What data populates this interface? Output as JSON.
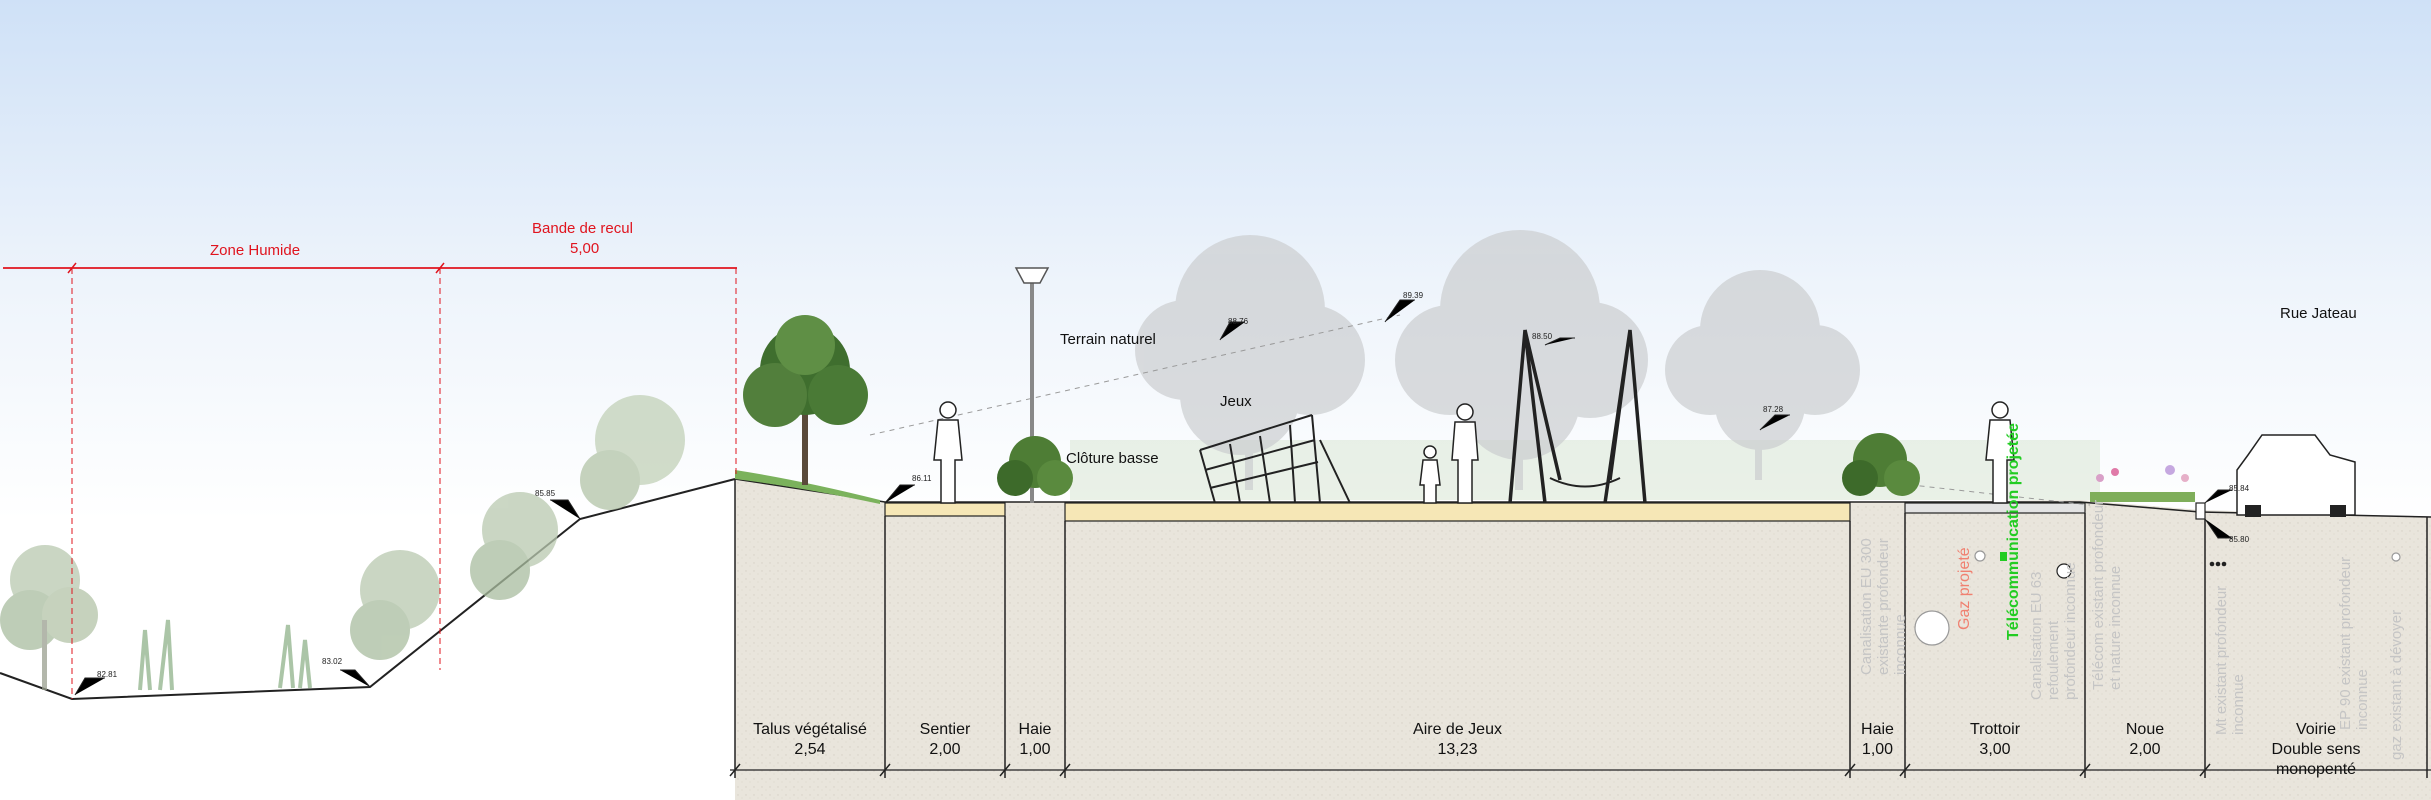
{
  "zones_top": {
    "zone_humide": "Zone Humide",
    "bande_recul_title": "Bande de recul",
    "bande_recul_value": "5,00"
  },
  "annotations": {
    "terrain_naturel": "Terrain naturel",
    "jeux": "Jeux",
    "cloture_basse": "Clôture basse",
    "rue_jateau": "Rue Jateau"
  },
  "elevations": {
    "e8281": "82.81",
    "e8302": "83.02",
    "e8585": "85.85",
    "e8611": "86.11",
    "e8876": "88.76",
    "e8939": "89.39",
    "e8850": "88.50",
    "e8728": "87.28",
    "e8584": "85.84",
    "e8580": "85.80"
  },
  "segments": [
    {
      "name": "Talus végétalisé",
      "width": "2,54"
    },
    {
      "name": "Sentier",
      "width": "2,00"
    },
    {
      "name": "Haie",
      "width": "1,00"
    },
    {
      "name": "Aire de Jeux",
      "width": "13,23"
    },
    {
      "name": "Haie",
      "width": "1,00"
    },
    {
      "name": "Trottoir",
      "width": "3,00"
    },
    {
      "name": "Noue",
      "width": "2,00"
    },
    {
      "name": "Voirie",
      "width": "Double sens",
      "extra": "monopenté"
    }
  ],
  "networks": {
    "eu300": [
      "Canalisation EU 300",
      "existante profondeur",
      "inconnue"
    ],
    "gaz": "Gaz projeté",
    "telecom": "Télécommunication projetée",
    "eu63": [
      "Canalisation EU 63",
      "refoulement",
      "profondeur inconnue"
    ],
    "telecom_exist": [
      "Télécom existant profondeur",
      "et nature inconnue"
    ],
    "mt": [
      "Mt existant profondeur",
      "inconnue"
    ],
    "ep90": [
      "EP 90 existant profondeur",
      "inconnue"
    ],
    "gaz_devoyer": "gaz existant à dévoyer"
  },
  "colors": {
    "sky_top": "#cfe1f7",
    "ground": "#e9e5dc",
    "red": "#e0141e",
    "sentier": "#f6e7b6",
    "telecom": "#22cc22",
    "gaz": "#f08070"
  }
}
